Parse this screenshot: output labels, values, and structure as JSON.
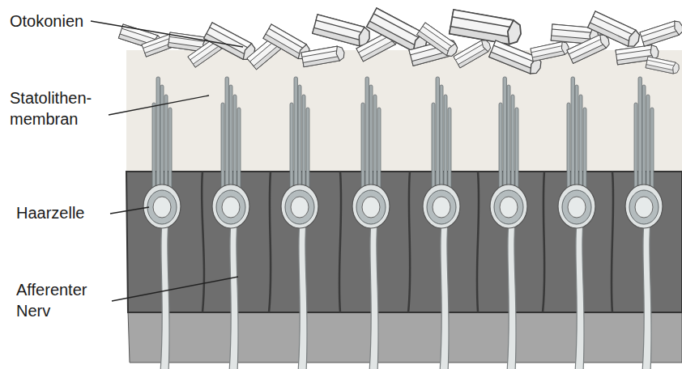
{
  "diagram": {
    "labels": [
      "Otokonien",
      "Statolithen- membran",
      "Haarzelle",
      "Afferenter Nerv"
    ]
  }
}
